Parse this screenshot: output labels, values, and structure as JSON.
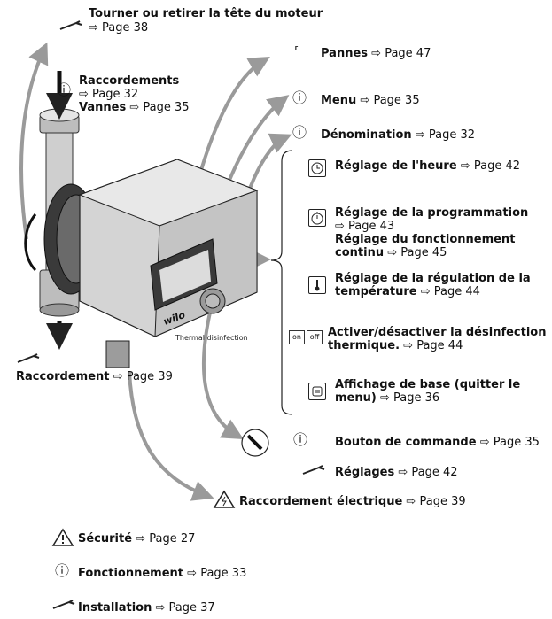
{
  "colors": {
    "arrow": "#9a9a9a",
    "pump_body": "#c8c8c8",
    "pump_dark": "#3a3a3a",
    "text": "#111111"
  },
  "top_left": {
    "motor": {
      "title": "Tourner ou retirer la tête du moteur",
      "page": "Page 38",
      "icon": "wrench-icon"
    },
    "connections": {
      "title": "Raccordements",
      "page": "Page 32",
      "icon": "info-icon"
    },
    "valves": {
      "title": "Vannes",
      "page": "Page 35"
    }
  },
  "right_top": {
    "faults": {
      "title": "Pannes",
      "page": "Page 47",
      "icon": "fault-bracket-icon"
    },
    "menu": {
      "title": "Menu",
      "page": "Page 35",
      "icon": "info-icon"
    },
    "designation": {
      "title": "Dénomination",
      "page": "Page 32",
      "icon": "info-icon"
    }
  },
  "menu_items": [
    {
      "icon": "clock-icon",
      "line1": "Réglage de l'heure",
      "page": "Page 42"
    },
    {
      "icon": "timer-icon",
      "line1": "Réglage de la programmation",
      "page1": "Page 43",
      "line2": "Réglage du fonctionnement",
      "line3": "continu",
      "page2": "Page 45"
    },
    {
      "icon": "thermometer-icon",
      "line1": "Réglage de la régulation de la",
      "line2": "température",
      "page": "Page 44"
    },
    {
      "icon": "on-off-icon",
      "line1": "Activer/désactiver la désinfection",
      "line2": "thermique.",
      "page": "Page 44",
      "btn_on": "on",
      "btn_off": "off",
      "side_label": "Thermal disinfection"
    },
    {
      "icon": "home-screen-icon",
      "line1": "Affichage de base (quitter le",
      "line2": "menu)",
      "page": "Page 36"
    }
  ],
  "control": {
    "button": {
      "title": "Bouton de commande",
      "page": "Page 35",
      "icon": "info-icon"
    },
    "settings": {
      "title": "Réglages",
      "page": "Page 42",
      "icon": "wrench-icon"
    }
  },
  "connection": {
    "title": "Raccordement",
    "page": "Page 39",
    "icon": "wrench-icon"
  },
  "electrical": {
    "title": "Raccordement électrique",
    "page": "Page 39",
    "icon": "warning-icon"
  },
  "bottom": {
    "safety": {
      "title": "Sécurité",
      "page": "Page 27",
      "icon": "warning-icon"
    },
    "operation": {
      "title": "Fonctionnement",
      "page": "Page 33",
      "icon": "info-icon"
    },
    "installation": {
      "title": "Installation",
      "page": "Page 37",
      "icon": "wrench-icon"
    }
  },
  "pump": {
    "brand": "wilo"
  },
  "arrow_glyph": "⇨"
}
